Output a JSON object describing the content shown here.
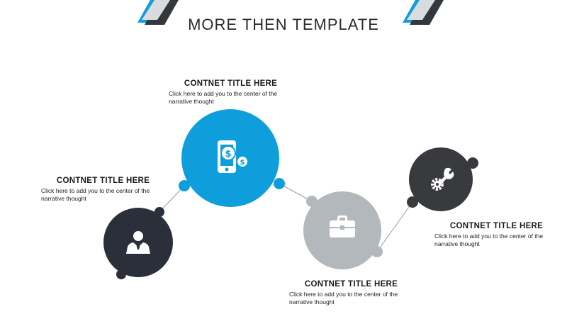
{
  "title": "MORE THEN TEMPLATE",
  "colors": {
    "dark": "#2a2f3a",
    "blue": "#0d9edb",
    "gray": "#b3b8bd",
    "charcoal": "#383a3d",
    "connector": "#9a9a9a"
  },
  "steps": [
    {
      "title": "CONTNET TITLE HERE",
      "desc_line1": "Click here to add  you to the center of the",
      "desc_line2": "narrative thought",
      "icon": "person-icon"
    },
    {
      "title": "CONTNET TITLE HERE",
      "desc_line1": "Click here to add  you to the center of the",
      "desc_line2": "narrative thought",
      "icon": "mobile-payment-icon"
    },
    {
      "title": "CONTNET TITLE HERE",
      "desc_line1": "Click here to add  you to the center of the",
      "desc_line2": "narrative thought",
      "icon": "briefcase-icon"
    },
    {
      "title": "CONTNET TITLE HERE",
      "desc_line1": "Click here to add  you to the center of the",
      "desc_line2": "narrative thought",
      "icon": "wrench-gear-icon"
    }
  ]
}
